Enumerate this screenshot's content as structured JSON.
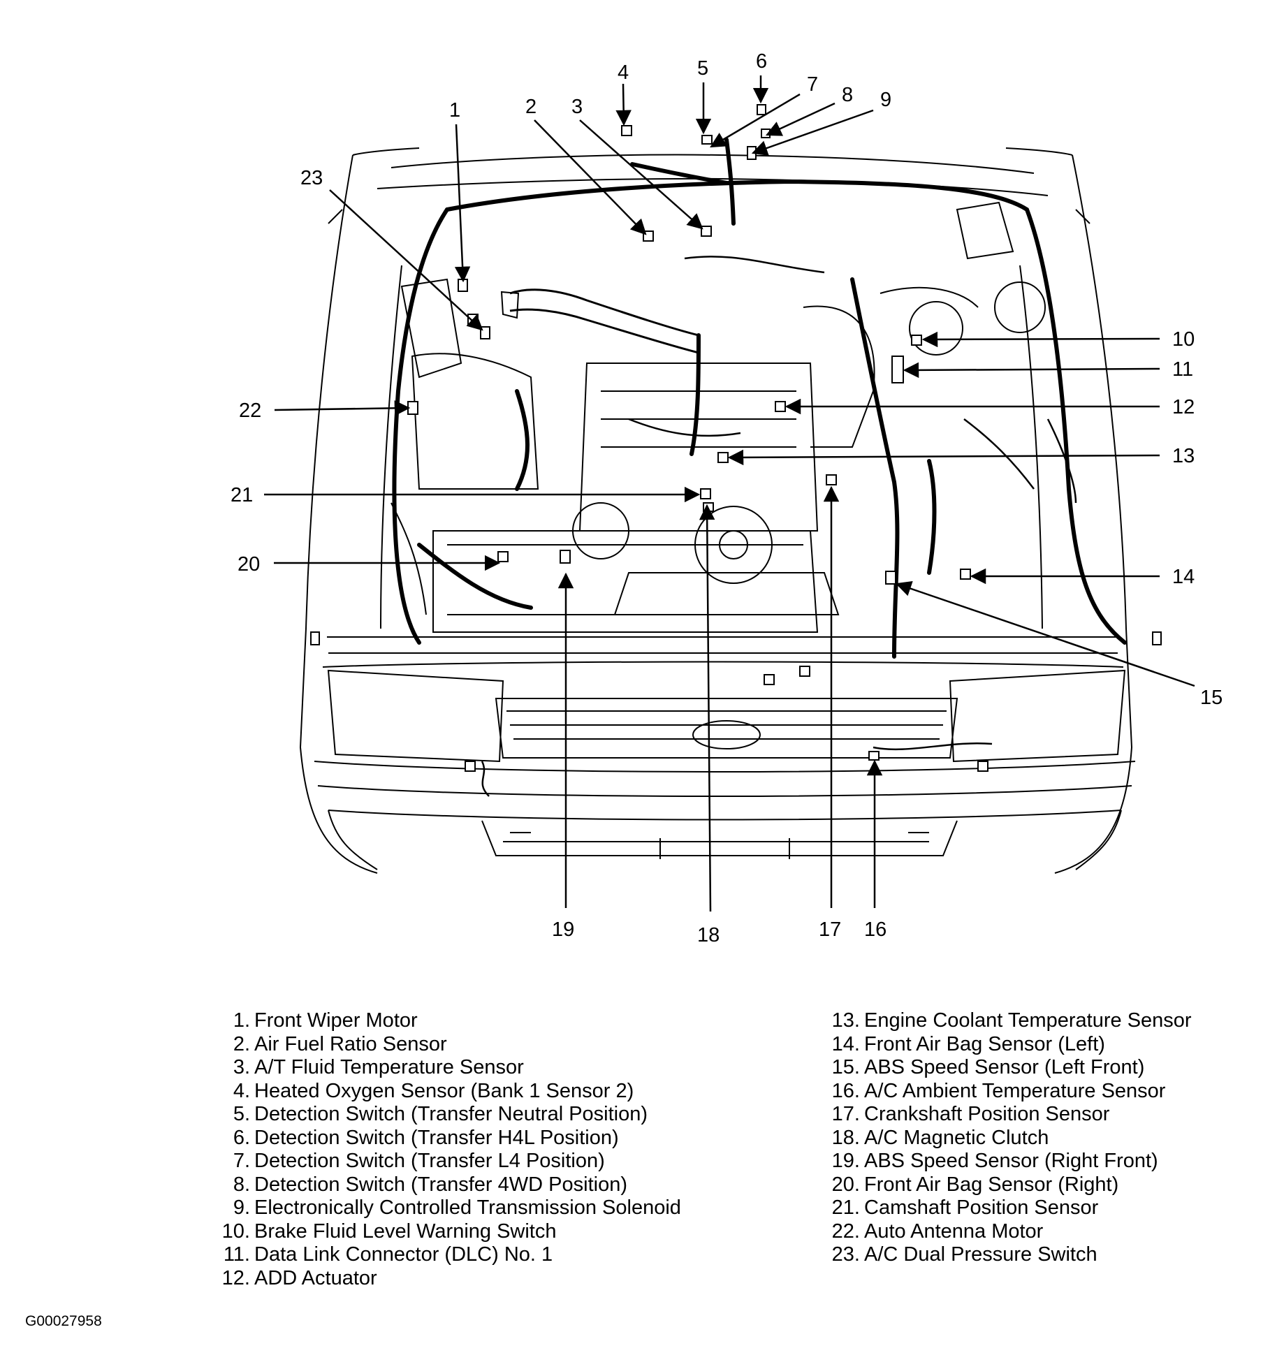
{
  "figure_code": "G00027958",
  "callouts": [
    {
      "n": "1"
    },
    {
      "n": "2"
    },
    {
      "n": "3"
    },
    {
      "n": "4"
    },
    {
      "n": "5"
    },
    {
      "n": "6"
    },
    {
      "n": "7"
    },
    {
      "n": "8"
    },
    {
      "n": "9"
    },
    {
      "n": "10"
    },
    {
      "n": "11"
    },
    {
      "n": "12"
    },
    {
      "n": "13"
    },
    {
      "n": "14"
    },
    {
      "n": "15"
    },
    {
      "n": "16"
    },
    {
      "n": "17"
    },
    {
      "n": "18"
    },
    {
      "n": "19"
    },
    {
      "n": "20"
    },
    {
      "n": "21"
    },
    {
      "n": "22"
    },
    {
      "n": "23"
    }
  ],
  "legend": {
    "left": [
      {
        "num": "1.",
        "label": "Front Wiper Motor"
      },
      {
        "num": "2.",
        "label": "Air Fuel Ratio Sensor"
      },
      {
        "num": "3.",
        "label": "A/T Fluid Temperature Sensor"
      },
      {
        "num": "4.",
        "label": "Heated Oxygen Sensor (Bank 1 Sensor 2)"
      },
      {
        "num": "5.",
        "label": "Detection Switch (Transfer Neutral Position)"
      },
      {
        "num": "6.",
        "label": "Detection Switch (Transfer H4L Position)"
      },
      {
        "num": "7.",
        "label": "Detection Switch (Transfer L4 Position)"
      },
      {
        "num": "8.",
        "label": "Detection Switch (Transfer 4WD Position)"
      },
      {
        "num": "9.",
        "label": "Electronically Controlled Transmission Solenoid"
      },
      {
        "num": "10.",
        "label": "Brake Fluid Level Warning Switch"
      },
      {
        "num": "11.",
        "label": "Data Link Connector (DLC) No. 1"
      },
      {
        "num": "12.",
        "label": "ADD Actuator"
      }
    ],
    "right": [
      {
        "num": "13.",
        "label": "Engine Coolant Temperature Sensor"
      },
      {
        "num": "14.",
        "label": "Front Air Bag Sensor (Left)"
      },
      {
        "num": "15.",
        "label": "ABS Speed Sensor (Left Front)"
      },
      {
        "num": "16.",
        "label": "A/C Ambient Temperature Sensor"
      },
      {
        "num": "17.",
        "label": "Crankshaft Position Sensor"
      },
      {
        "num": "18.",
        "label": "A/C Magnetic Clutch"
      },
      {
        "num": "19.",
        "label": "ABS Speed Sensor (Right Front)"
      },
      {
        "num": "20.",
        "label": "Front Air Bag Sensor (Right)"
      },
      {
        "num": "21.",
        "label": "Camshaft Position Sensor"
      },
      {
        "num": "22.",
        "label": "Auto Antenna Motor"
      },
      {
        "num": "23.",
        "label": "A/C Dual Pressure Switch"
      }
    ]
  }
}
